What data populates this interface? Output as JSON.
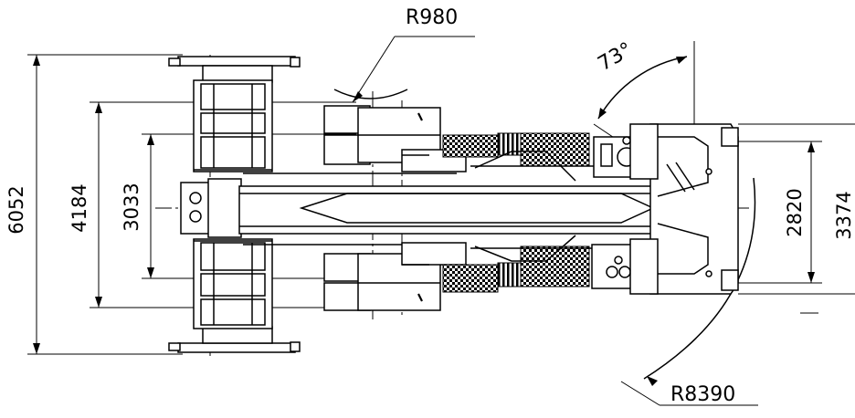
{
  "dimensions": {
    "overall_width": "6052",
    "outrigger_span": "4184",
    "track_span": "3033",
    "tail_width": "2820",
    "tail_outer_width": "3374",
    "front_radius": "R980",
    "swing_radius": "R8390",
    "angle": "73°"
  }
}
